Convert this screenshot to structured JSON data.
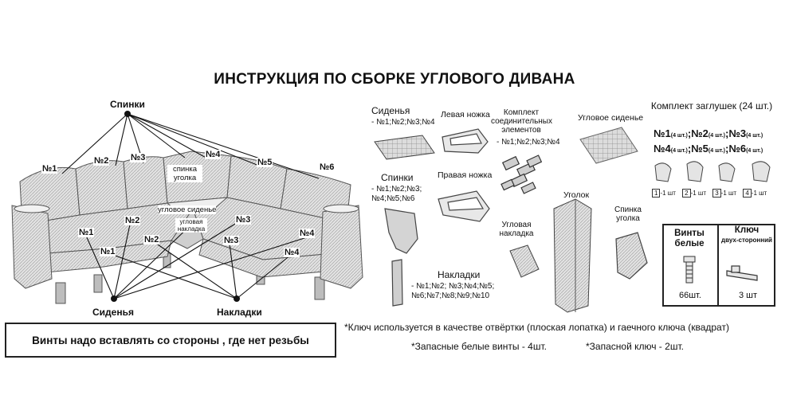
{
  "title": "ИНСТРУКЦИЯ ПО СБОРКЕ УГЛОВОГО ДИВАНА",
  "sofa": {
    "backs_label": "Спинки",
    "seats_label": "Сиденья",
    "covers_label": "Накладки",
    "back_nums": [
      "№1",
      "№2",
      "№3",
      "№4",
      "№5",
      "№6"
    ],
    "corner_back_label": "спинка уголка",
    "corner_seat_label": "угловое сиденье",
    "corner_cover_label": "угловая накладка",
    "seat_nums": [
      "№1",
      "№2",
      "№3",
      "№4"
    ],
    "cover_nums": [
      "№1",
      "№2",
      "№3",
      "№4"
    ]
  },
  "parts": {
    "seats": {
      "label": "Сиденья",
      "nums": "- №1;№2;№3;№4"
    },
    "left_leg": "Левая ножка",
    "connectors": {
      "label": "Комплект соединительных элементов",
      "nums": "- №1;№2;№3;№4"
    },
    "corner_seat": "Угловое сиденье",
    "caps": {
      "label": "Комплект заглушек (24 шт.)",
      "row1": [
        "№1",
        "№2",
        "№3"
      ],
      "row2": [
        "№4",
        "№5",
        "№6"
      ],
      "qty": "(4 шт.)",
      "boxes": [
        "1",
        "2",
        "3",
        "4"
      ],
      "box_qty": "-1 шт"
    },
    "backs": {
      "label": "Спинки",
      "nums": "- №1;№2;№3; №4;№5;№6"
    },
    "right_leg": "Правая ножка",
    "corner_cover": "Угловая накладка",
    "corner": "Уголок",
    "corner_back": "Спинка уголка",
    "covers": {
      "label": "Накладки",
      "nums": "- №1;№2; №3;№4;№5; №6;№7;№8;№9;№10"
    }
  },
  "table": {
    "screws_header": "Винты белые",
    "screws_qty": "66шт.",
    "key_header": "Ключ",
    "key_sub": "двух-сторонний",
    "key_qty": "3 шт"
  },
  "warning": "Винты надо вставлять со стороны , где нет резьбы",
  "notes": {
    "key": "*Ключ используется в качестве отвёртки (плоская лопатка) и гаечного ключа (квадрат)",
    "spare_screws": "*Запасные белые винты - 4шт.",
    "spare_key": "*Запасной ключ - 2шт."
  },
  "colors": {
    "line": "#111111",
    "sofa_fill": "#d9d9d9",
    "part_fill": "#cfcfcf"
  }
}
